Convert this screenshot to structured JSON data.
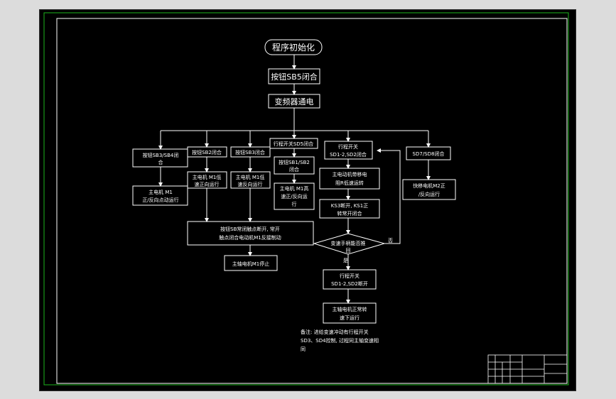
{
  "flowchart": {
    "start": "程序初始化",
    "n1": "按钮SB5闭合",
    "n2": "变频器通电",
    "b1": [
      "按钮SB3/SB4闭",
      "合"
    ],
    "b1a": [
      "主电机 M1",
      "正/反向点动运行"
    ],
    "b2": "按钮SB2闭合",
    "b2a": [
      "主电机 M1低",
      "速正向运行"
    ],
    "b3": "按钮SB3闭合",
    "b3a": [
      "主电机 M1低",
      "速反向运行"
    ],
    "b4": "行程开关SD5闭合",
    "b4a": [
      "按钮SB1/SB2",
      "闭合"
    ],
    "b4b": [
      "主电机 M1高",
      "速正/反向运",
      "行"
    ],
    "b5": [
      "行程开关",
      "SD1-2,SD2闭合"
    ],
    "b5a": [
      "主电动机带移电",
      "阻R低速运转"
    ],
    "b5b": [
      "KS3断开, KS1正",
      "转常开闭合"
    ],
    "b5c": "变速手柄能否推",
    "b5c2": "回",
    "yes": "是",
    "no": "否",
    "b5d": [
      "行程开关",
      "SD1-2,SD2断开"
    ],
    "b5e": [
      "主轴电机正常转",
      "速下运行"
    ],
    "b6": "SD7/SD8闭合",
    "b6a": [
      "快移电机M2正",
      "/反向运行"
    ],
    "merge": [
      "按钮SB常闭触点断开, 常开",
      "触点闭合电动机M1反接制动"
    ],
    "stop": "主轴电机M1停止",
    "note": [
      "备注: 进给变速冲动有行程开关",
      "SD3、SD4控制, 过程同主轴变速相",
      "同"
    ]
  }
}
